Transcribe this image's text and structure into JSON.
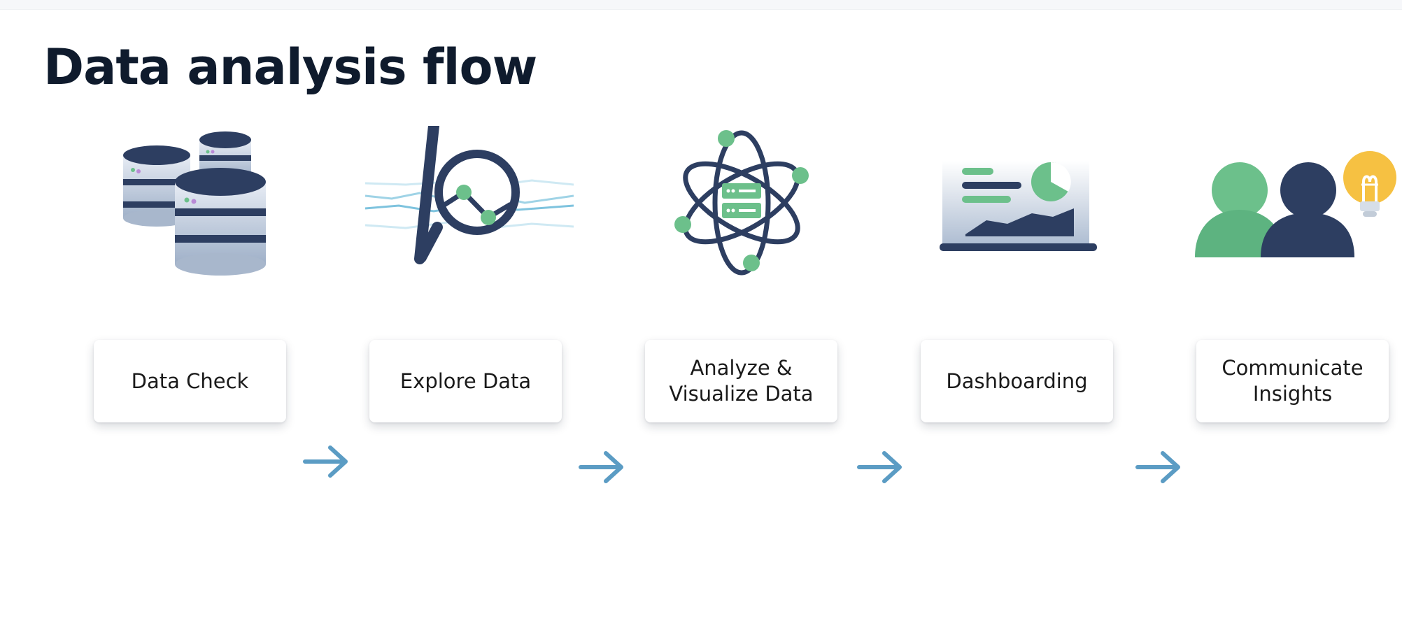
{
  "page": {
    "title": "Data analysis flow"
  },
  "steps": [
    {
      "label": "Data Check",
      "icon": "database-stack-icon"
    },
    {
      "label": "Explore Data",
      "icon": "magnifier-chart-icon"
    },
    {
      "label": "Analyze &\nVisualize Data",
      "icon": "atom-server-icon"
    },
    {
      "label": "Dashboarding",
      "icon": "laptop-dashboard-icon"
    },
    {
      "label": "Communicate\nInsights",
      "icon": "people-lightbulb-icon"
    }
  ],
  "colors": {
    "title": "#0f1b2d",
    "navy": "#2d3e61",
    "green": "#6cc08b",
    "light_blue": "#9fd3e6",
    "arrow": "#5b9cc4",
    "bulb": "#f6c142"
  }
}
